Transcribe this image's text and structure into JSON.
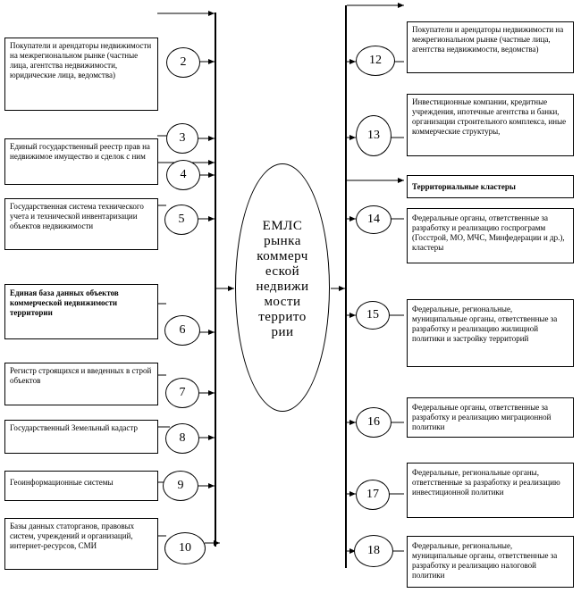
{
  "center": {
    "lines": [
      "ЕМЛС",
      "рынка",
      "коммерч",
      "еской",
      "недвижи",
      "мости",
      "террито",
      "рии"
    ]
  },
  "left": {
    "items": [
      {
        "num": "2",
        "text": "Покупатели и арендаторы недвижимости на межрегиональном рынке (частные лица, агентства недвижимости, юридические лица, ведомства)"
      },
      {
        "num": "3",
        "text": ""
      },
      {
        "num": "4",
        "text": "Единый государственный реестр прав на недвижимое имущество и сделок с ним"
      },
      {
        "num": "5",
        "text": "Государственная система технического учета и технической инвентаризации объектов недвижимости"
      },
      {
        "num": "6",
        "text": "Единая база данных объектов коммерческой недвижимости территории"
      },
      {
        "num": "7",
        "text": "Регистр строящихся и введенных в строй объектов"
      },
      {
        "num": "8",
        "text": "Государственный Земельный кадастр"
      },
      {
        "num": "9",
        "text": "Геоинформационные системы"
      },
      {
        "num": "10",
        "text": "Базы данных статорганов, правовых систем, учреждений и организаций, интернет-ресурсов, СМИ"
      }
    ]
  },
  "right": {
    "items": [
      {
        "num": "12",
        "text": "Покупатели и арендаторы недвижимости на межрегиональном рынке (частные лица, агентства недвижимости, ведомства)"
      },
      {
        "num": "13",
        "text": "Инвестиционные компании, кредитные учреждения, ипотечные агентства и банки, организации строительного комплекса, иные коммерческие структуры,"
      },
      {
        "num": "",
        "text": "Территориальные кластеры"
      },
      {
        "num": "14",
        "text": "Федеральные органы, ответственные за разработку и реализацию госпрограмм (Госстрой, МО, МЧС, Минфедерации и др.), кластеры"
      },
      {
        "num": "15",
        "text": "Федеральные, региональные, муниципальные органы, ответственные за разработку и реализацию жилищной политики и застройку территорий"
      },
      {
        "num": "16",
        "text": "Федеральные органы, ответственные за разработку и реализацию миграционной политики"
      },
      {
        "num": "17",
        "text": "Федеральные, региональные органы, ответственные за разработку и реализацию инвестиционной политики"
      },
      {
        "num": "18",
        "text": "Федеральные, региональные, муниципальные органы, ответственные за разработку и реализацию налоговой политики"
      }
    ]
  }
}
